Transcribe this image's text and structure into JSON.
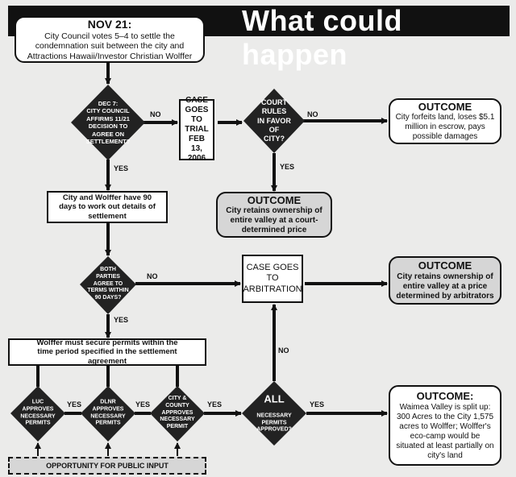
{
  "title": "What could happen",
  "start": {
    "heading": "NOV 21:",
    "text": "City Council votes 5–4 to settle the condemnation suit between the city and Attractions Hawaii/Investor Christian Wolffer"
  },
  "decisions": {
    "dec7": "DEC 7:\nCITY COUNCIL\nAFFIRMS 11/21\nDECISION TO\nAGREE ON\nSETTLEMENT?",
    "court": "COURT\nRULES\nIN FAVOR\nOF\nCITY?",
    "both_parties": "BOTH\nPARTIES\nAGREE TO\nTERMS WITHIN\n90 DAYS?",
    "luc": "LUC\nAPPROVES\nNECESSARY\nPERMITS",
    "dlnr": "DLNR\nAPPROVES\nNECESSARY\nPERMITS",
    "city_county": "CITY &\nCOUNTY\nAPPROVES\nNECESSARY\nPERMIT",
    "all_permits_head": "ALL",
    "all_permits": "NECESSARY\nPERMITS\nAPPROVED?"
  },
  "steps": {
    "trial": "CASE GOES TO TRIAL FEB 13, 2006",
    "ninety_days": "City and Wolffer have 90 days to work out details of settlement",
    "arbitration": "CASE GOES TO ARBITRATION",
    "permits": "Wolffer must secure permits within the time period specified in the settlement agreement",
    "public_input": "OPPORTUNITY FOR PUBLIC INPUT"
  },
  "outcomes": [
    {
      "heading": "OUTCOME",
      "text": "City forfeits land, loses $5.1 million in escrow, pays possible damages"
    },
    {
      "heading": "OUTCOME",
      "text": "City retains ownership of entire valley at a court-determined price"
    },
    {
      "heading": "OUTCOME",
      "text": "City retains ownership of entire valley at a price determined by arbitrators"
    },
    {
      "heading": "OUTCOME:",
      "text": "Waimea Valley is split up: 300 Acres to the City 1,575 acres to Wolffer; Wolffer's eco-camp would be situated at least partially on city's land"
    }
  ],
  "labels": {
    "yes": "YES",
    "no": "NO"
  }
}
